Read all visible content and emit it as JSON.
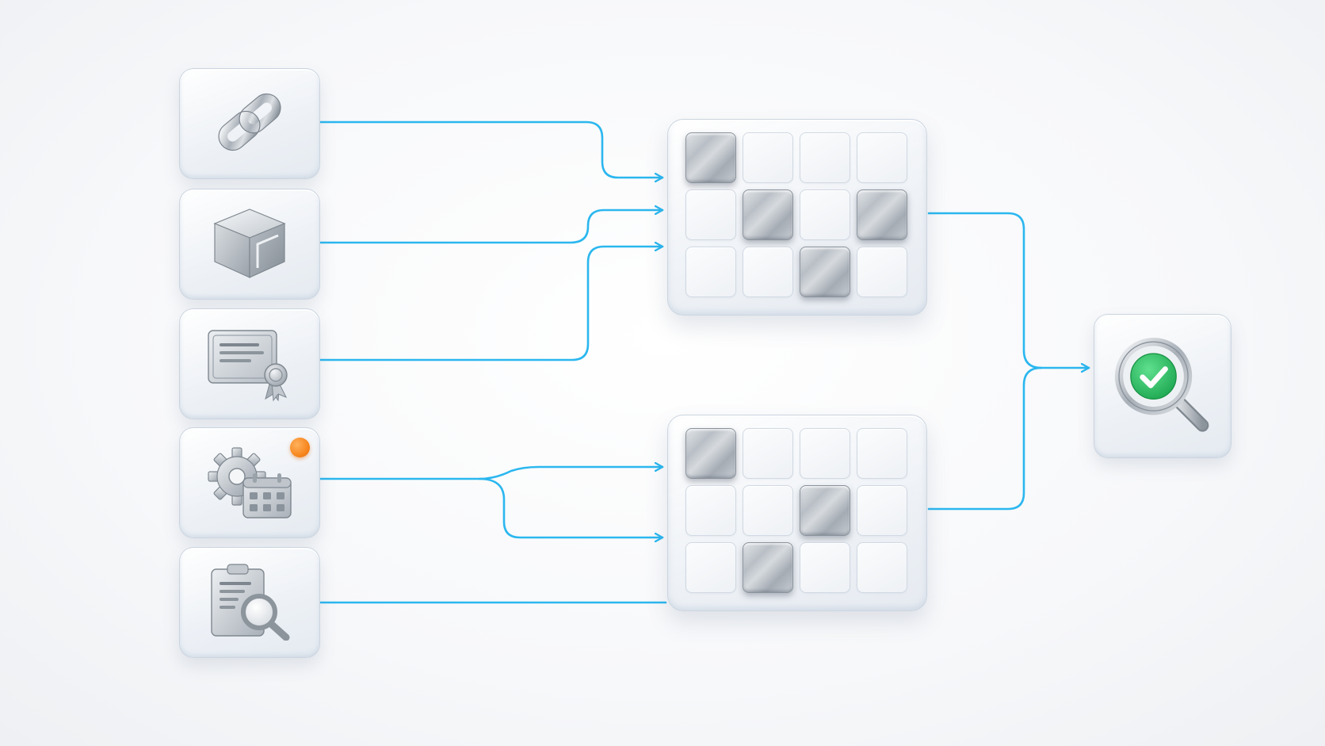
{
  "diagram": {
    "connector_color": "#2bb7ef",
    "inputs": [
      {
        "id": "link",
        "icon": "chain-link-icon"
      },
      {
        "id": "cube",
        "icon": "cube-icon"
      },
      {
        "id": "certificate",
        "icon": "certificate-icon"
      },
      {
        "id": "schedule",
        "icon": "gear-calendar-icon",
        "badge_color": "#f7871f"
      },
      {
        "id": "audit",
        "icon": "clipboard-search-icon"
      }
    ],
    "boards": [
      {
        "id": "top",
        "rows": 3,
        "cols": 4,
        "filled": [
          [
            0,
            0
          ],
          [
            1,
            1
          ],
          [
            1,
            3
          ],
          [
            2,
            2
          ]
        ]
      },
      {
        "id": "bottom",
        "rows": 3,
        "cols": 4,
        "filled": [
          [
            0,
            0
          ],
          [
            1,
            2
          ],
          [
            2,
            1
          ]
        ]
      }
    ],
    "output": {
      "id": "verify",
      "icon": "magnifier-check-icon",
      "accent": "#2fc56a"
    },
    "connections": [
      {
        "from": "link",
        "to": "top"
      },
      {
        "from": "cube",
        "to": "top"
      },
      {
        "from": "certificate",
        "to": "top"
      },
      {
        "from": "schedule",
        "to": "bottom"
      },
      {
        "from": "schedule",
        "to": "bottom"
      },
      {
        "from": "audit",
        "to": "bottom"
      },
      {
        "from": "top",
        "to": "verify"
      },
      {
        "from": "bottom",
        "to": "verify"
      }
    ]
  }
}
